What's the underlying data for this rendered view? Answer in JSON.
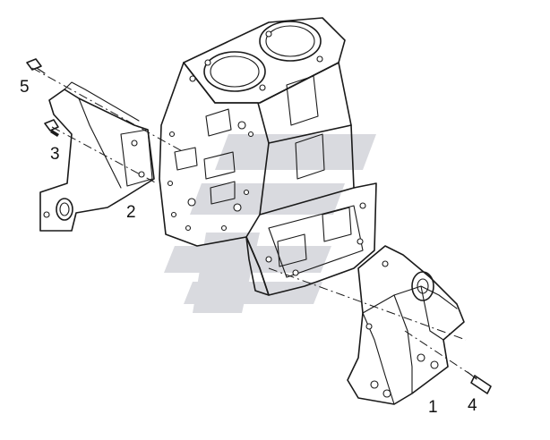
{
  "callouts": {
    "c1": "1",
    "c2": "2",
    "c3": "3",
    "c4": "4",
    "c5": "5"
  },
  "colors": {
    "line": "#1a1a1a",
    "watermark": "#d9dadf",
    "background": "#ffffff"
  }
}
